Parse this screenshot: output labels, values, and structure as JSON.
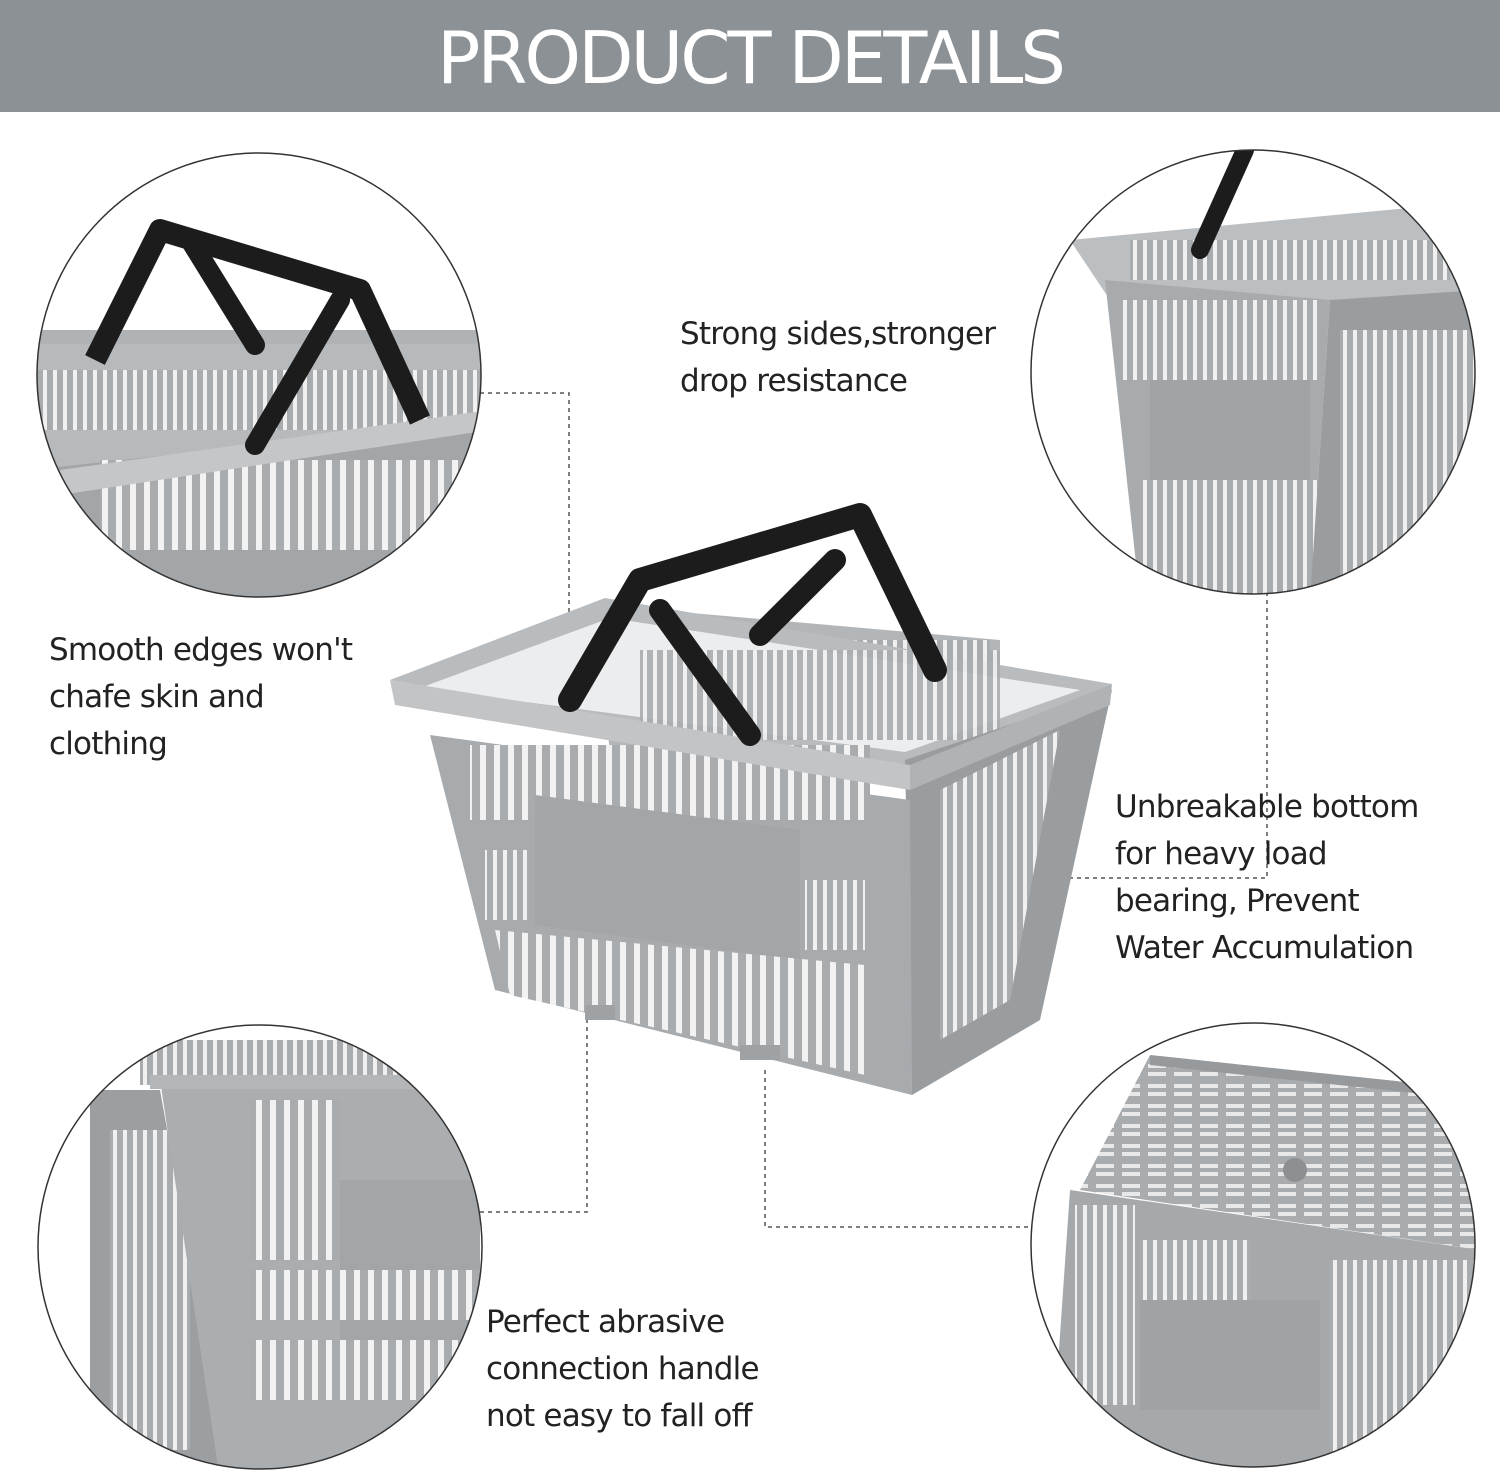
{
  "banner": {
    "title": "PRODUCT DETAILS",
    "background": "#8c9196"
  },
  "captions": {
    "top_right": [
      "Strong sides,stronger",
      "drop resistance"
    ],
    "middle_left": [
      "Smooth edges won't",
      "chafe skin and",
      "clothing"
    ],
    "middle_right": [
      "Unbreakable bottom",
      "for heavy load",
      "bearing, Prevent",
      "Water Accumulation"
    ],
    "bottom_middle": [
      "Perfect abrasive",
      "connection handle",
      "not easy to fall off"
    ]
  },
  "colors": {
    "basket": "#a9acaf",
    "basket_dark": "#8f9295",
    "handle": "#1c1c1c",
    "circle_border": "#333333",
    "leader_line": "#555555"
  }
}
